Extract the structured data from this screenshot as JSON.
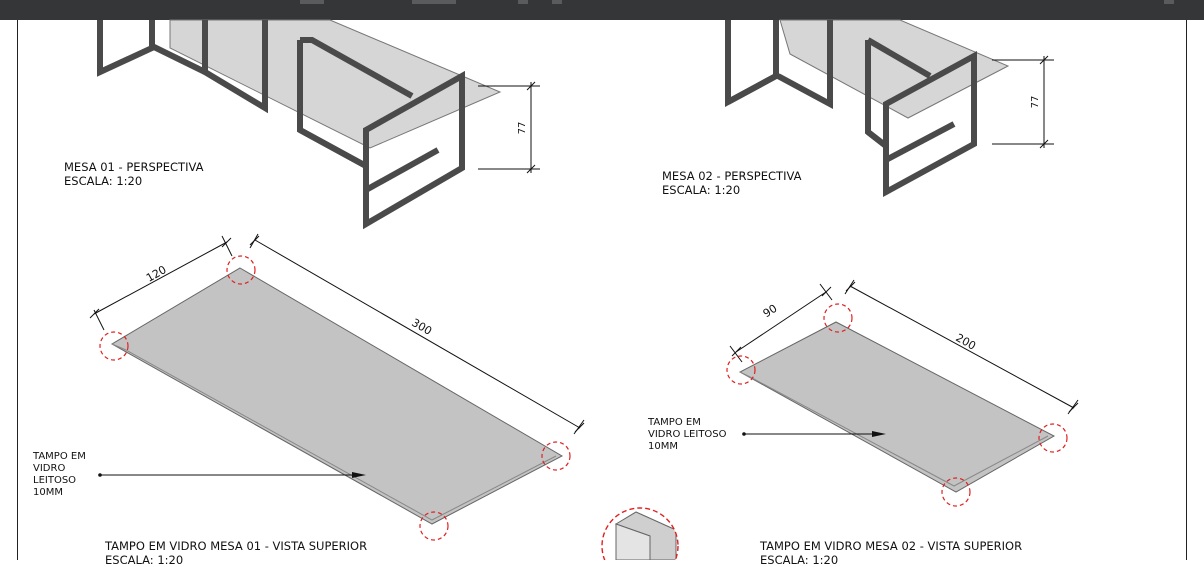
{
  "viewer": {
    "toolbar_color": "#353637"
  },
  "sheet": {
    "mesa01_perspective": {
      "title": "MESA 01 - PERSPECTIVA",
      "scale": "ESCALA: 1:20",
      "height_dim": "77"
    },
    "mesa02_perspective": {
      "title": "MESA 02 - PERSPECTIVA",
      "scale": "ESCALA: 1:20",
      "height_dim": "77"
    },
    "tampo01": {
      "title": "TAMPO EM VIDRO MESA 01 - VISTA SUPERIOR",
      "scale": "ESCALA: 1:20",
      "width_dim": "120",
      "length_dim": "300",
      "note_lines": [
        "TAMPO EM",
        "VIDRO",
        "LEITOSO",
        "10MM"
      ]
    },
    "tampo02": {
      "title": "TAMPO EM VIDRO MESA 02 - VISTA SUPERIOR",
      "scale": "ESCALA: 1:20",
      "width_dim": "90",
      "length_dim": "200",
      "note_lines": [
        "TAMPO EM",
        "VIDRO LEITOSO",
        "10MM"
      ]
    },
    "colors": {
      "glass": "#c3c3c3",
      "frame": "#4a4a4a",
      "highlight_circle": "#e02020"
    }
  }
}
